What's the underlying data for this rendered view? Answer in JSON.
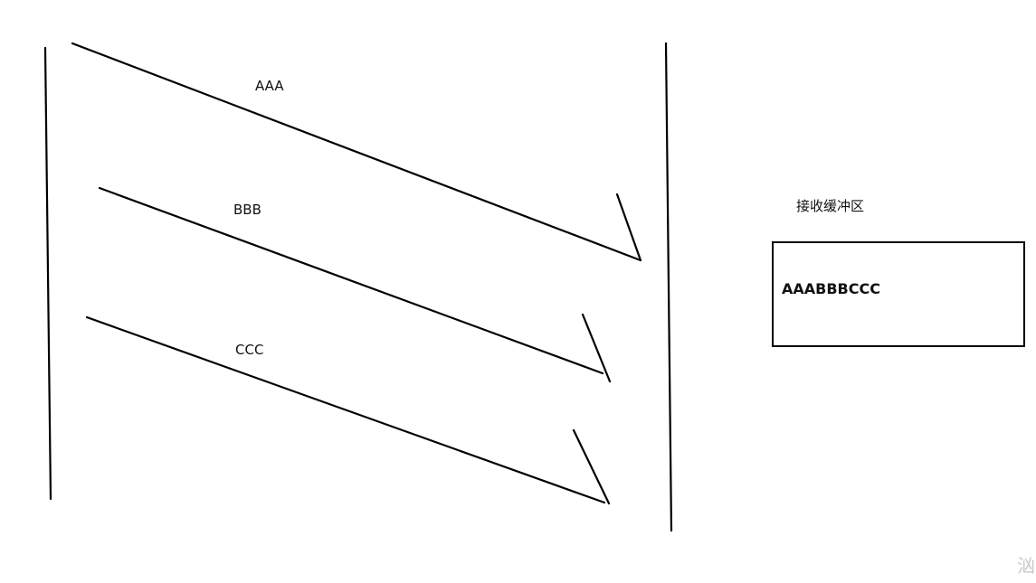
{
  "messages": [
    {
      "label": "AAA"
    },
    {
      "label": "BBB"
    },
    {
      "label": "CCC"
    }
  ],
  "buffer": {
    "title": "接收缓冲区",
    "content": "AAABBBCCC"
  },
  "watermark": "汹"
}
